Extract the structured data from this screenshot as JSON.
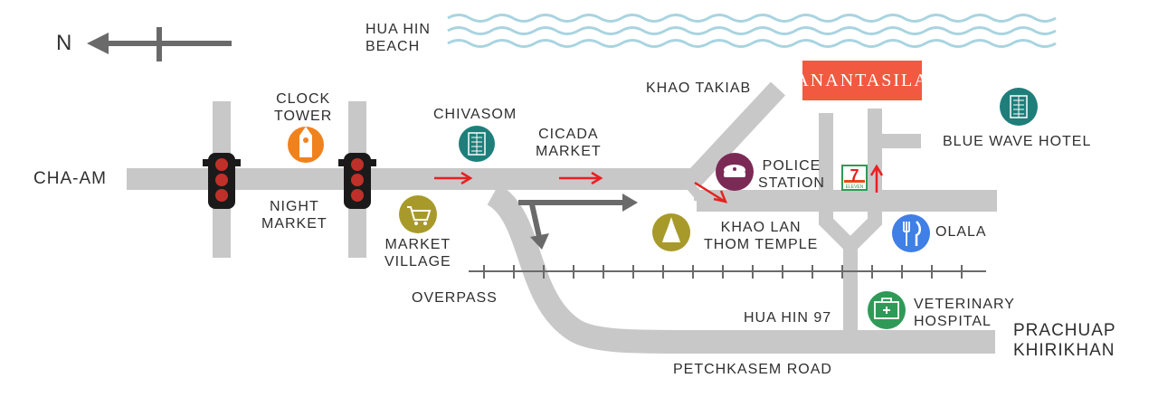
{
  "compass": {
    "label": "N"
  },
  "brand": {
    "name": "ANANTASILA"
  },
  "labels": {
    "beach": [
      "HUA HIN",
      "BEACH"
    ],
    "khao_takiab": "KHAO TAKIAB",
    "clock_tower": [
      "CLOCK",
      "TOWER"
    ],
    "chivasom": "CHIVASOM",
    "cicada": [
      "CICADA",
      "MARKET"
    ],
    "police": [
      "POLICE",
      "STATION"
    ],
    "blue_wave": "BLUE WAVE HOTEL",
    "cha_am": "CHA-AM",
    "night_market": [
      "NIGHT",
      "MARKET"
    ],
    "market_village": [
      "MARKET",
      "VILLAGE"
    ],
    "temple": [
      "KHAO LAN",
      "THOM TEMPLE"
    ],
    "olala": "OLALA",
    "overpass": "OVERPASS",
    "hua_hin_97": "HUA HIN 97",
    "vet": [
      "VETERINARY",
      "HOSPITAL"
    ],
    "prachuap": [
      "PRACHUAP",
      "KHIRIKHAN"
    ],
    "petchkasem": "PETCHKASEM ROAD"
  },
  "seven_eleven": {
    "number": "7",
    "text": "ELEVEN"
  },
  "colors": {
    "road": "#c8c8c8",
    "sea": "#a9d4e0",
    "brand": "#f15a40",
    "clock": "#f0821e",
    "teal": "#1f7e7a",
    "police": "#7b2a56",
    "temple": "#a89a2a",
    "olala": "#3f7fe6",
    "vet": "#2f9a58",
    "route": "#e82020",
    "traffic_light": "#1a1a1a",
    "light_on": "#c0302a"
  },
  "icons": [
    "clock-tower-icon",
    "chivasom-hotel-icon",
    "police-cap-icon",
    "blue-wave-hotel-icon",
    "shopping-cart-icon",
    "temple-icon",
    "fork-knife-icon",
    "hospital-icon",
    "traffic-light-icon",
    "seven-eleven-icon"
  ]
}
